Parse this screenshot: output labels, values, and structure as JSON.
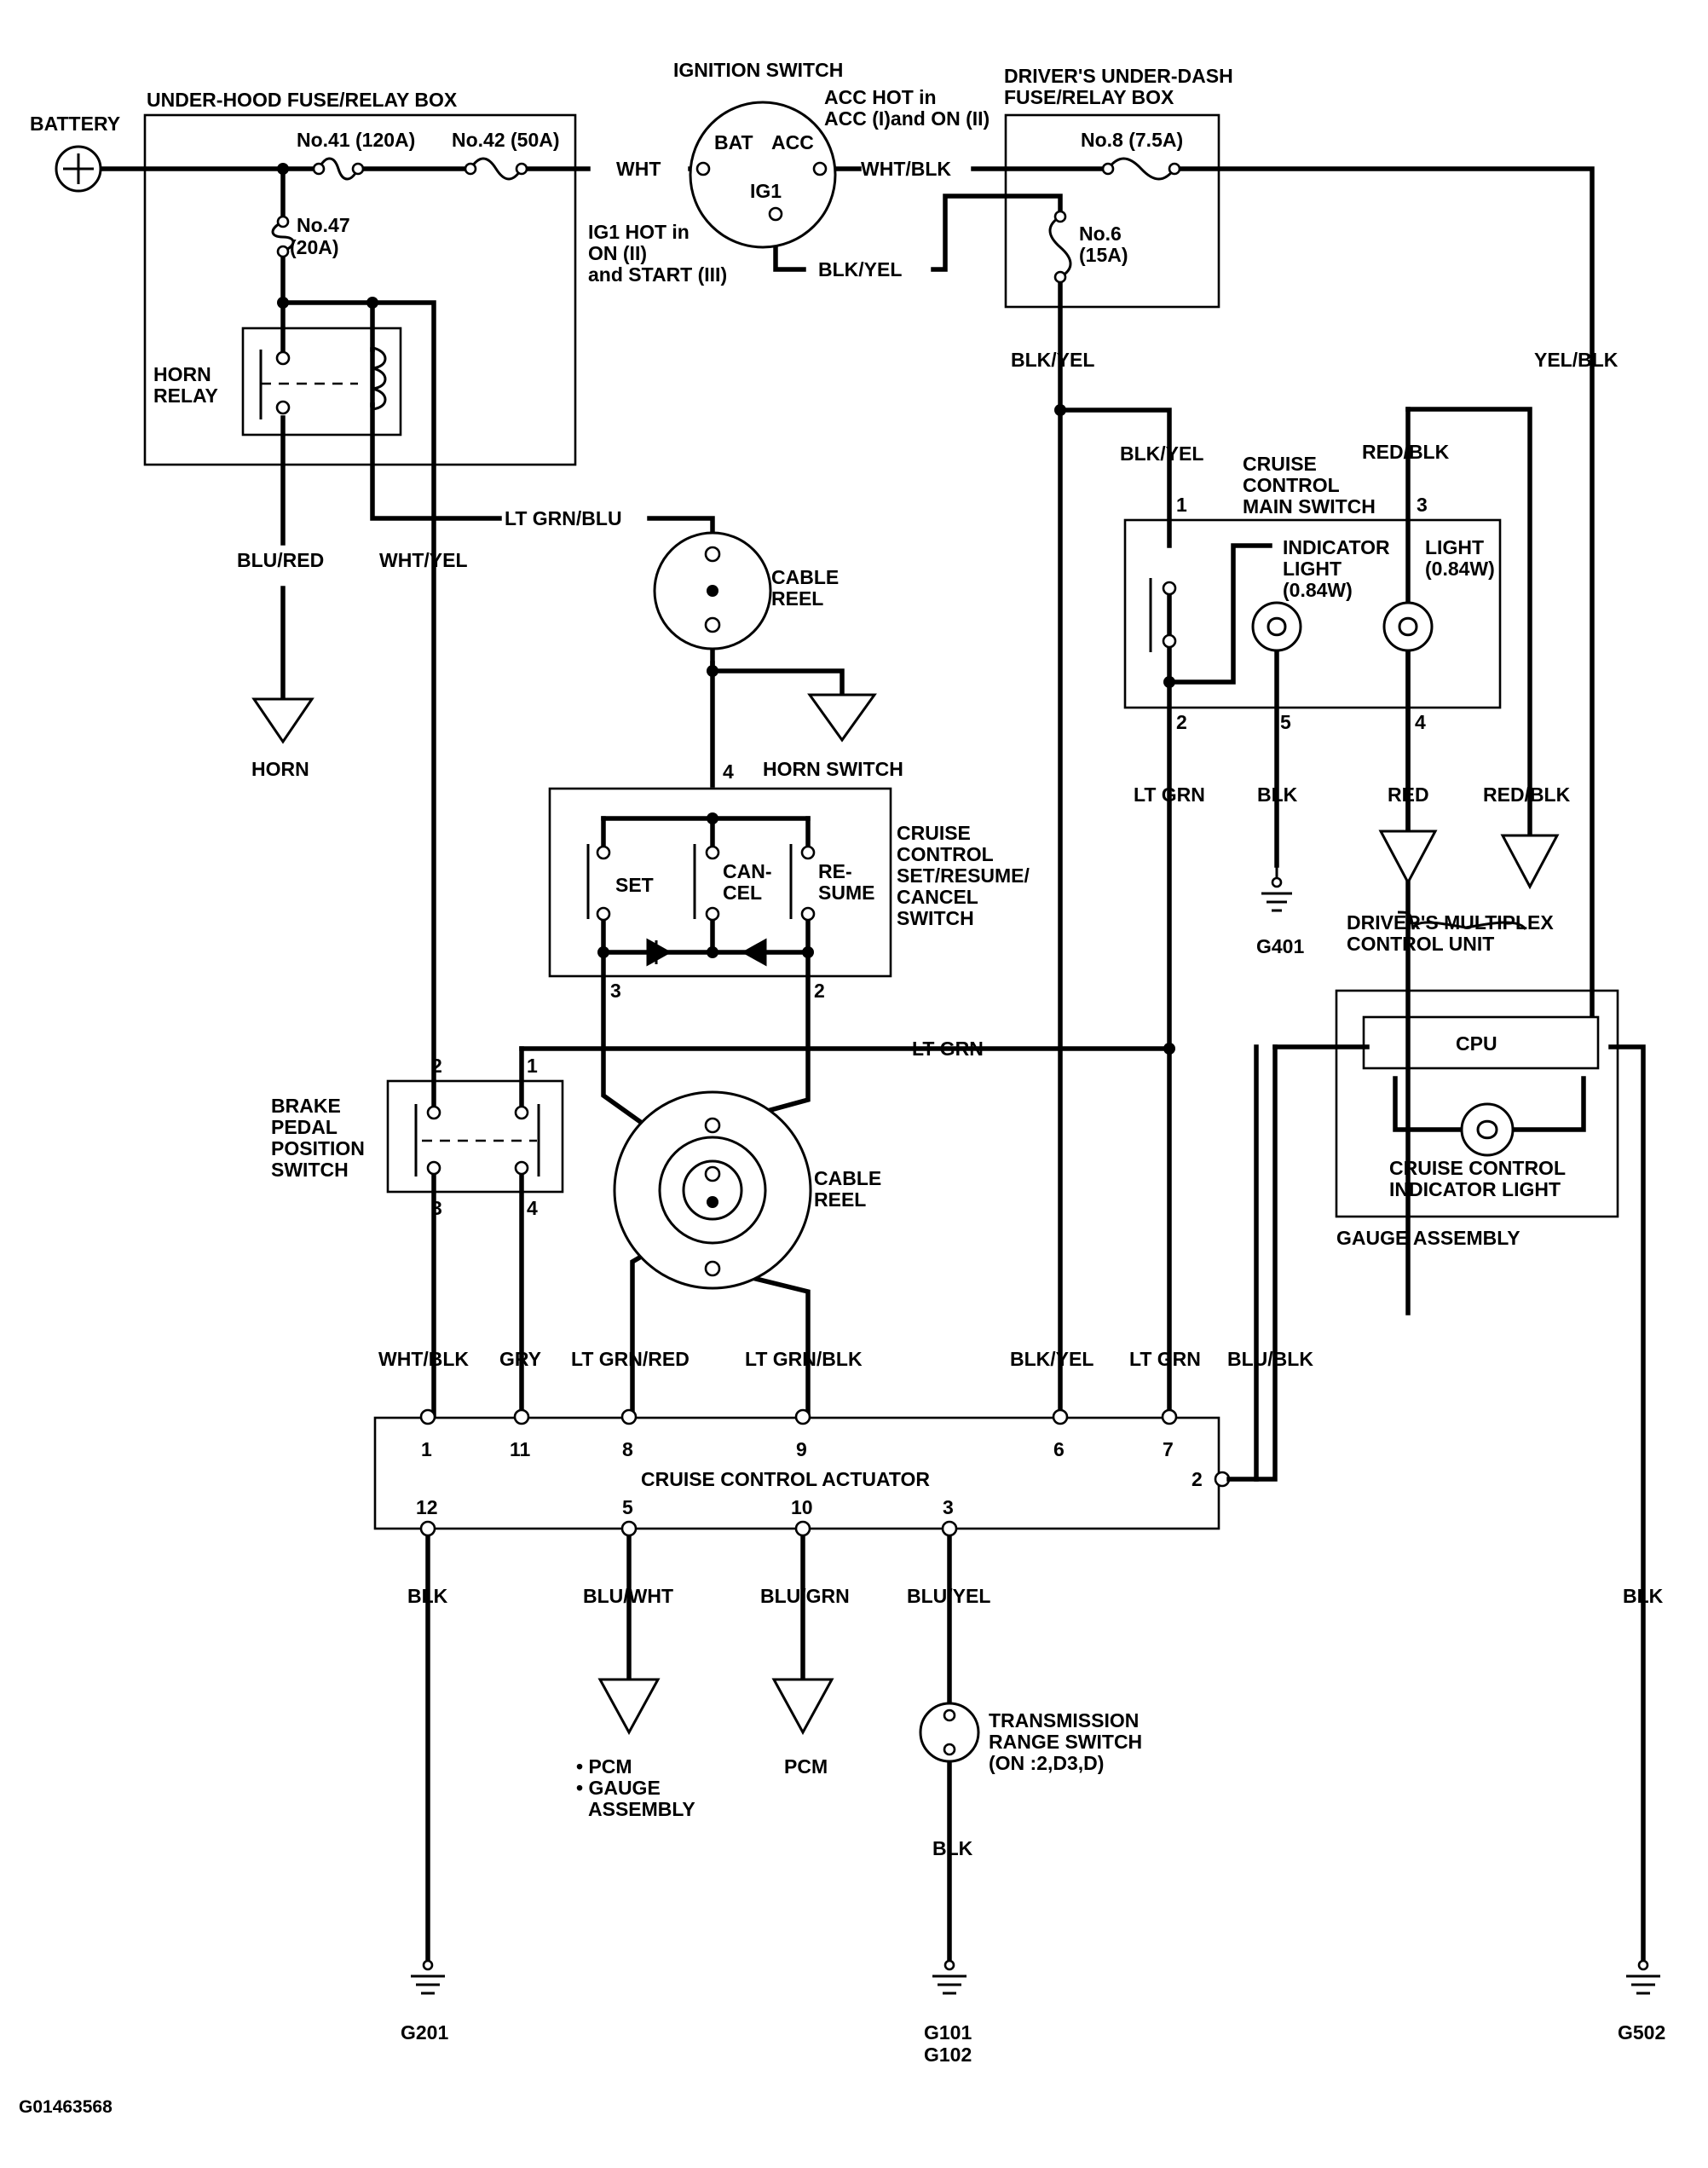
{
  "components": {
    "battery": "BATTERY",
    "under_hood_box": "UNDER-HOOD FUSE/RELAY BOX",
    "fuse41": "No.41 (120A)",
    "fuse42": "No.42 (50A)",
    "fuse47": [
      "No.47",
      "(20A)"
    ],
    "horn_relay": [
      "HORN",
      "RELAY"
    ],
    "ignition_switch": "IGNITION SWITCH",
    "ign_bat": "BAT",
    "ign_acc": "ACC",
    "ign_ig1": "IG1",
    "acc_note": [
      "ACC HOT in",
      "ACC (I)and ON (II)"
    ],
    "ig1_note": [
      "IG1 HOT in",
      "ON (II)",
      "and START (III)"
    ],
    "dash_box": [
      "DRIVER'S UNDER-DASH",
      "FUSE/RELAY BOX"
    ],
    "fuse8": "No.8 (7.5A)",
    "fuse6": [
      "No.6",
      "(15A)"
    ],
    "cable_reel": [
      "CABLE",
      "REEL"
    ],
    "horn": "HORN",
    "horn_switch": "HORN SWITCH",
    "set_switch": [
      "CRUISE",
      "CONTROL",
      "SET/RESUME/",
      "CANCEL",
      "SWITCH"
    ],
    "set": "SET",
    "cancel": [
      "CAN-",
      "CEL"
    ],
    "resume": [
      "RE-",
      "SUME"
    ],
    "main_switch": [
      "CRUISE",
      "CONTROL",
      "MAIN SWITCH"
    ],
    "indicator_light": [
      "INDICATOR",
      "LIGHT",
      "(0.84W)"
    ],
    "light": [
      "LIGHT",
      "(0.84W)"
    ],
    "multiplex": [
      "DRIVER'S MULTIPLEX",
      "CONTROL UNIT"
    ],
    "cpu": "CPU",
    "gauge_light": [
      "CRUISE CONTROL",
      "INDICATOR LIGHT"
    ],
    "gauge_assembly": "GAUGE ASSEMBLY",
    "brake_switch": [
      "BRAKE",
      "PEDAL",
      "POSITION",
      "SWITCH"
    ],
    "actuator": "CRUISE CONTROL ACTUATOR",
    "trans_switch": [
      "TRANSMISSION",
      "RANGE SWITCH",
      "(ON :2,D3,D)"
    ],
    "pcm_gauge": [
      "• PCM",
      "• GAUGE",
      "ASSEMBLY"
    ],
    "pcm": "PCM",
    "footer_id": "G01463568"
  },
  "wires": {
    "wht": "WHT",
    "wht_blk_top": "WHT/BLK",
    "blk_yel_ign": "BLK/YEL",
    "blk_yel_fuse6": "BLK/YEL",
    "yel_blk": "YEL/BLK",
    "blk_yel_main": "BLK/YEL",
    "red_blk_top": "RED/BLK",
    "lt_grn_blu": "LT GRN/BLU",
    "blu_red": "BLU/RED",
    "wht_yel": "WHT/YEL",
    "lt_grn_main": "LT GRN",
    "blk_g401": "BLK",
    "red": "RED",
    "red_blk_bot": "RED/BLK",
    "lt_grn_mid": "LT GRN",
    "wht_blk_act": "WHT/BLK",
    "gry": "GRY",
    "lt_grn_red": "LT GRN/RED",
    "lt_grn_blk": "LT GRN/BLK",
    "blk_yel_act": "BLK/YEL",
    "lt_grn_act": "LT GRN",
    "blu_blk": "BLU/BLK",
    "blk_12": "BLK",
    "blu_wht": "BLU/WHT",
    "blu_grn": "BLU/GRN",
    "blu_yel": "BLU/YEL",
    "blk_trans": "BLK",
    "blk_g502": "BLK"
  },
  "pins": {
    "main_1": "1",
    "main_3": "3",
    "main_2": "2",
    "main_5": "5",
    "main_4": "4",
    "sw_4": "4",
    "sw_3": "3",
    "sw_2": "2",
    "brk_2": "2",
    "brk_1": "1",
    "brk_3": "3",
    "brk_4": "4",
    "act_1": "1",
    "act_11": "11",
    "act_8": "8",
    "act_9": "9",
    "act_6": "6",
    "act_7": "7",
    "act_2": "2",
    "act_12": "12",
    "act_5": "5",
    "act_10": "10",
    "act_3": "3"
  },
  "grounds": {
    "g401": "G401",
    "g201": "G201",
    "g101": "G101",
    "g102": "G102",
    "g502": "G502"
  }
}
